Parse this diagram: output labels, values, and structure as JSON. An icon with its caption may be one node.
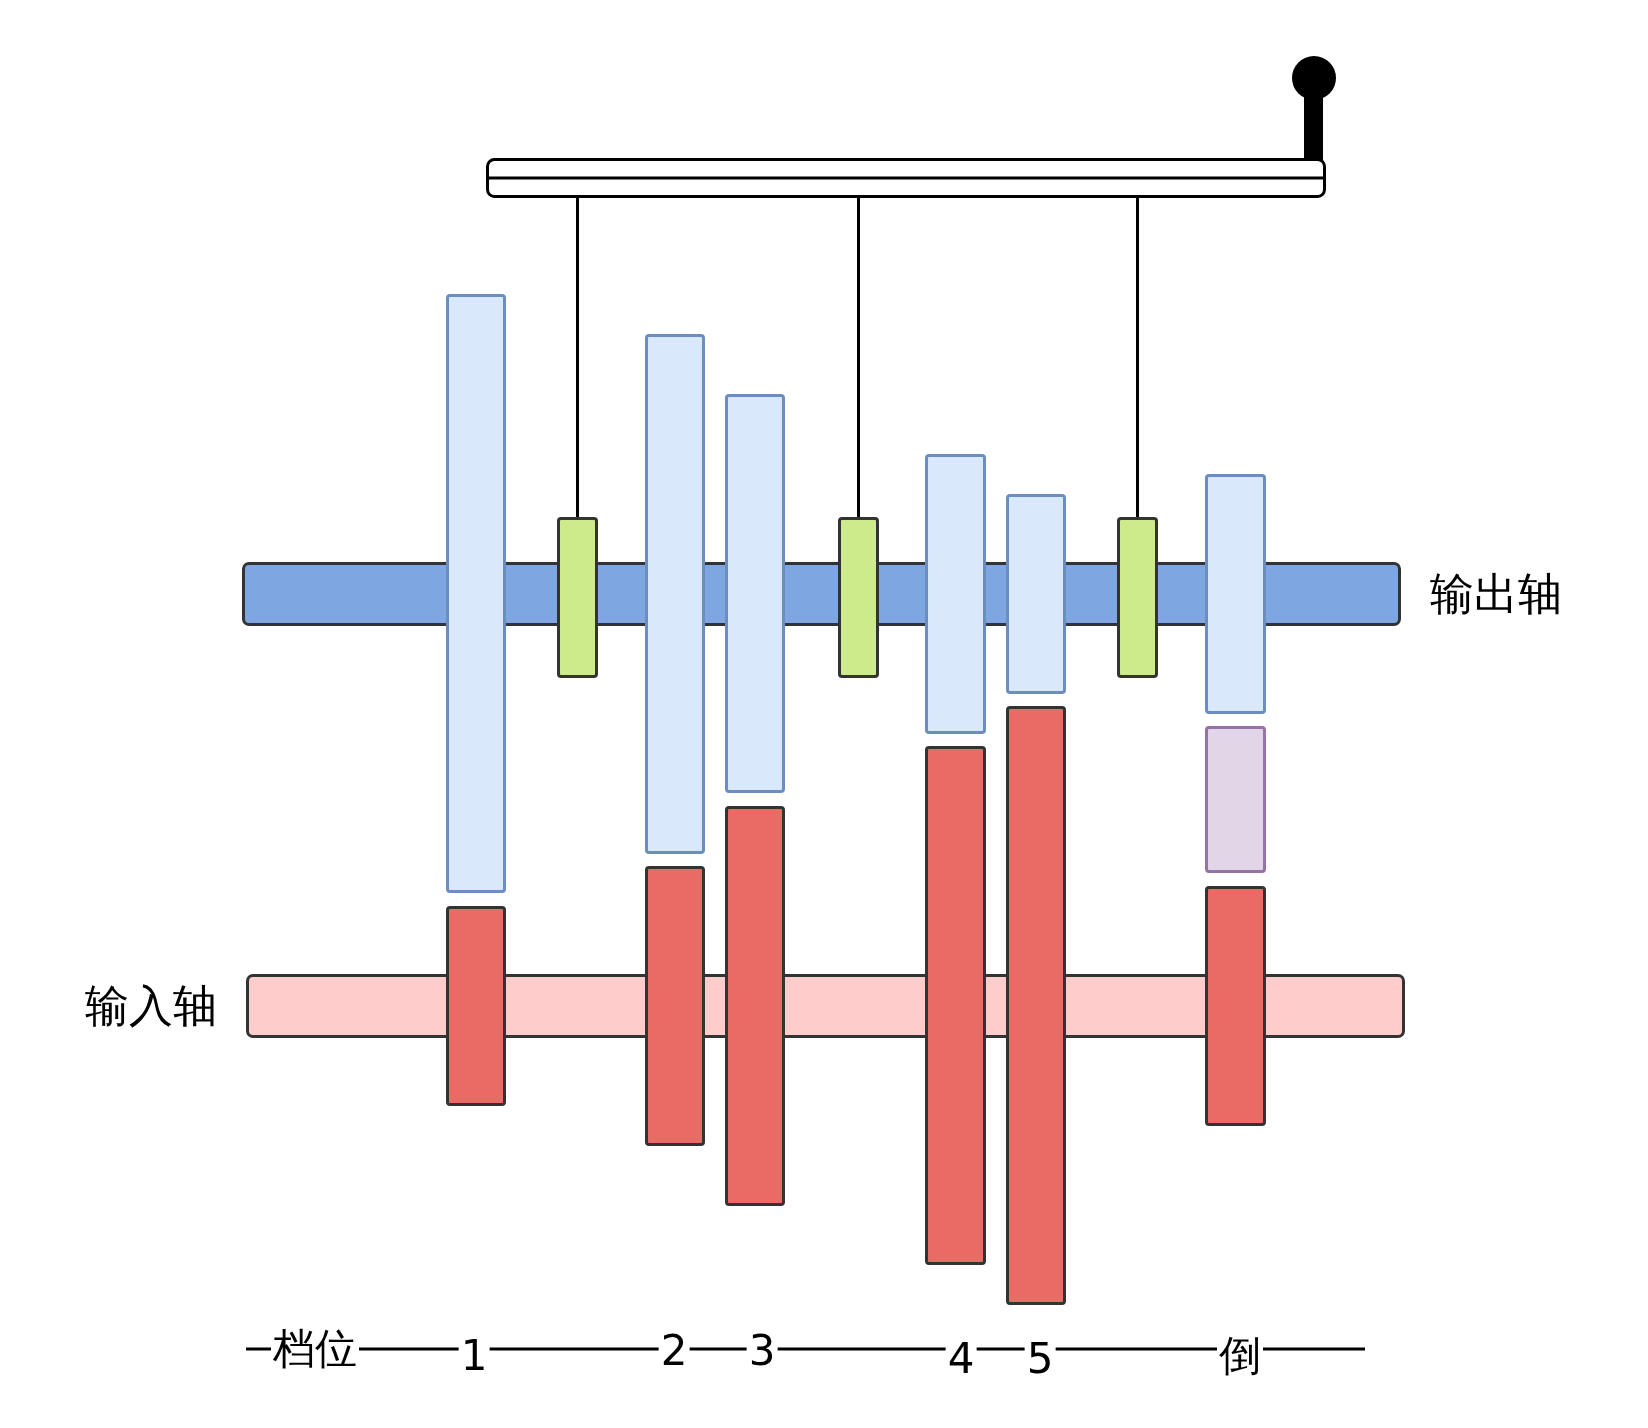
{
  "diagram": {
    "nodes": [
      {
        "text": [],
        "shape": "bar"
      },
      {
        "text": [],
        "shape": "box"
      },
      {
        "text": [],
        "shape": "box"
      },
      {
        "text": [],
        "shape": "box"
      },
      {
        "text": [],
        "shape": "bar",
        "beside": [
          "输出轴"
        ]
      },
      {
        "text": [],
        "shape": "box"
      },
      {
        "text": [],
        "shape": "box"
      },
      {
        "text": [],
        "shape": "box"
      },
      {
        "text": [],
        "shape": "box"
      },
      {
        "text": [],
        "shape": "box"
      },
      {
        "text": [],
        "shape": "box"
      },
      {
        "text": [],
        "shape": "box"
      },
      {
        "text": [],
        "shape": "bar",
        "beside": [
          "输入轴"
        ]
      },
      {
        "text": [],
        "shape": "box"
      },
      {
        "text": [],
        "shape": "box"
      },
      {
        "text": [],
        "shape": "box"
      },
      {
        "text": [],
        "shape": "box"
      },
      {
        "text": [],
        "shape": "box"
      },
      {
        "text": [],
        "shape": "box"
      }
    ],
    "edges": [
      {
        "from": 0,
        "to": 1,
        "arrow": "none"
      },
      {
        "from": 0,
        "to": 2,
        "arrow": "none"
      },
      {
        "from": 0,
        "to": 3,
        "arrow": "none"
      }
    ],
    "labels": [
      "档位",
      "1",
      "2",
      "3",
      "4",
      "5",
      "倒"
    ]
  }
}
